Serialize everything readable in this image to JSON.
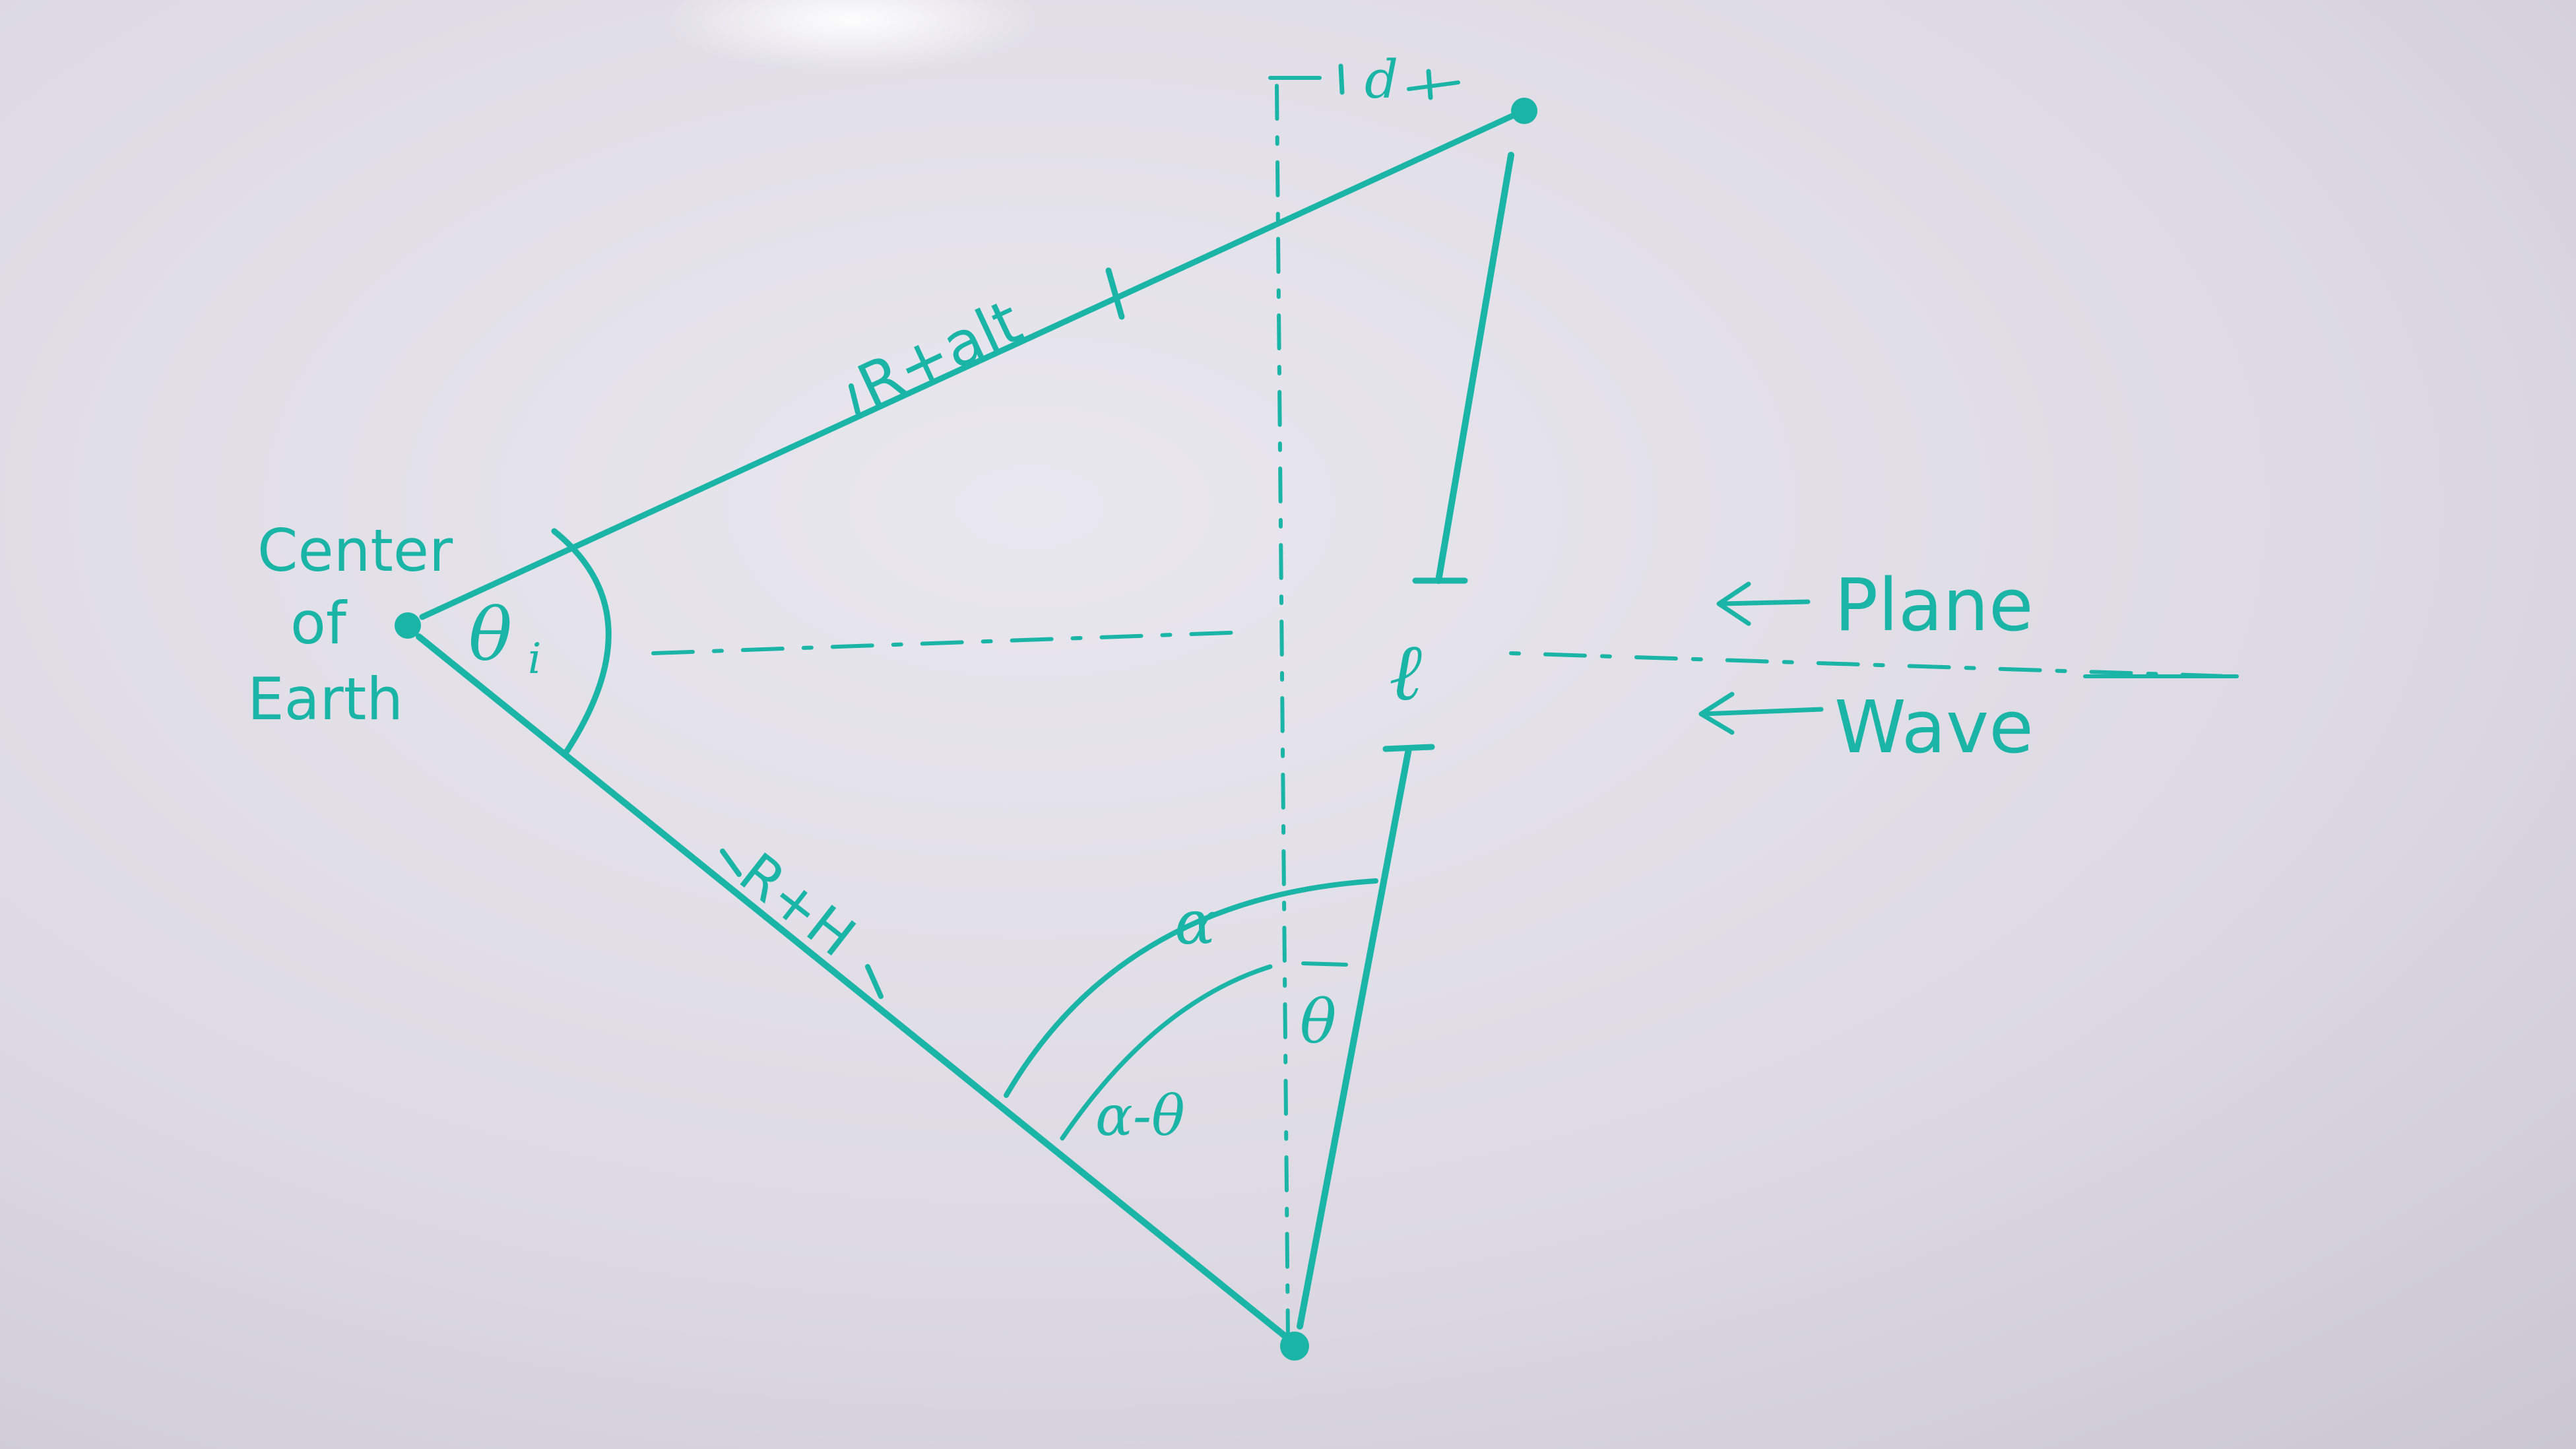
{
  "colors": {
    "ink": "#1bb5a8",
    "board_light": "#e9e7ee",
    "board_dark": "#c7c4cf"
  },
  "labels": {
    "center_line1": "Center",
    "center_line2": "of",
    "center_line3": "Earth",
    "theta_i": "θ",
    "theta_i_sub": "i",
    "r_alt": "R+alt",
    "r_h": "R+H",
    "d": "d",
    "l": "ℓ",
    "alpha": "α",
    "theta": "θ",
    "alpha_minus_theta": "α-θ",
    "plane": "Plane",
    "wave": "Wave"
  }
}
